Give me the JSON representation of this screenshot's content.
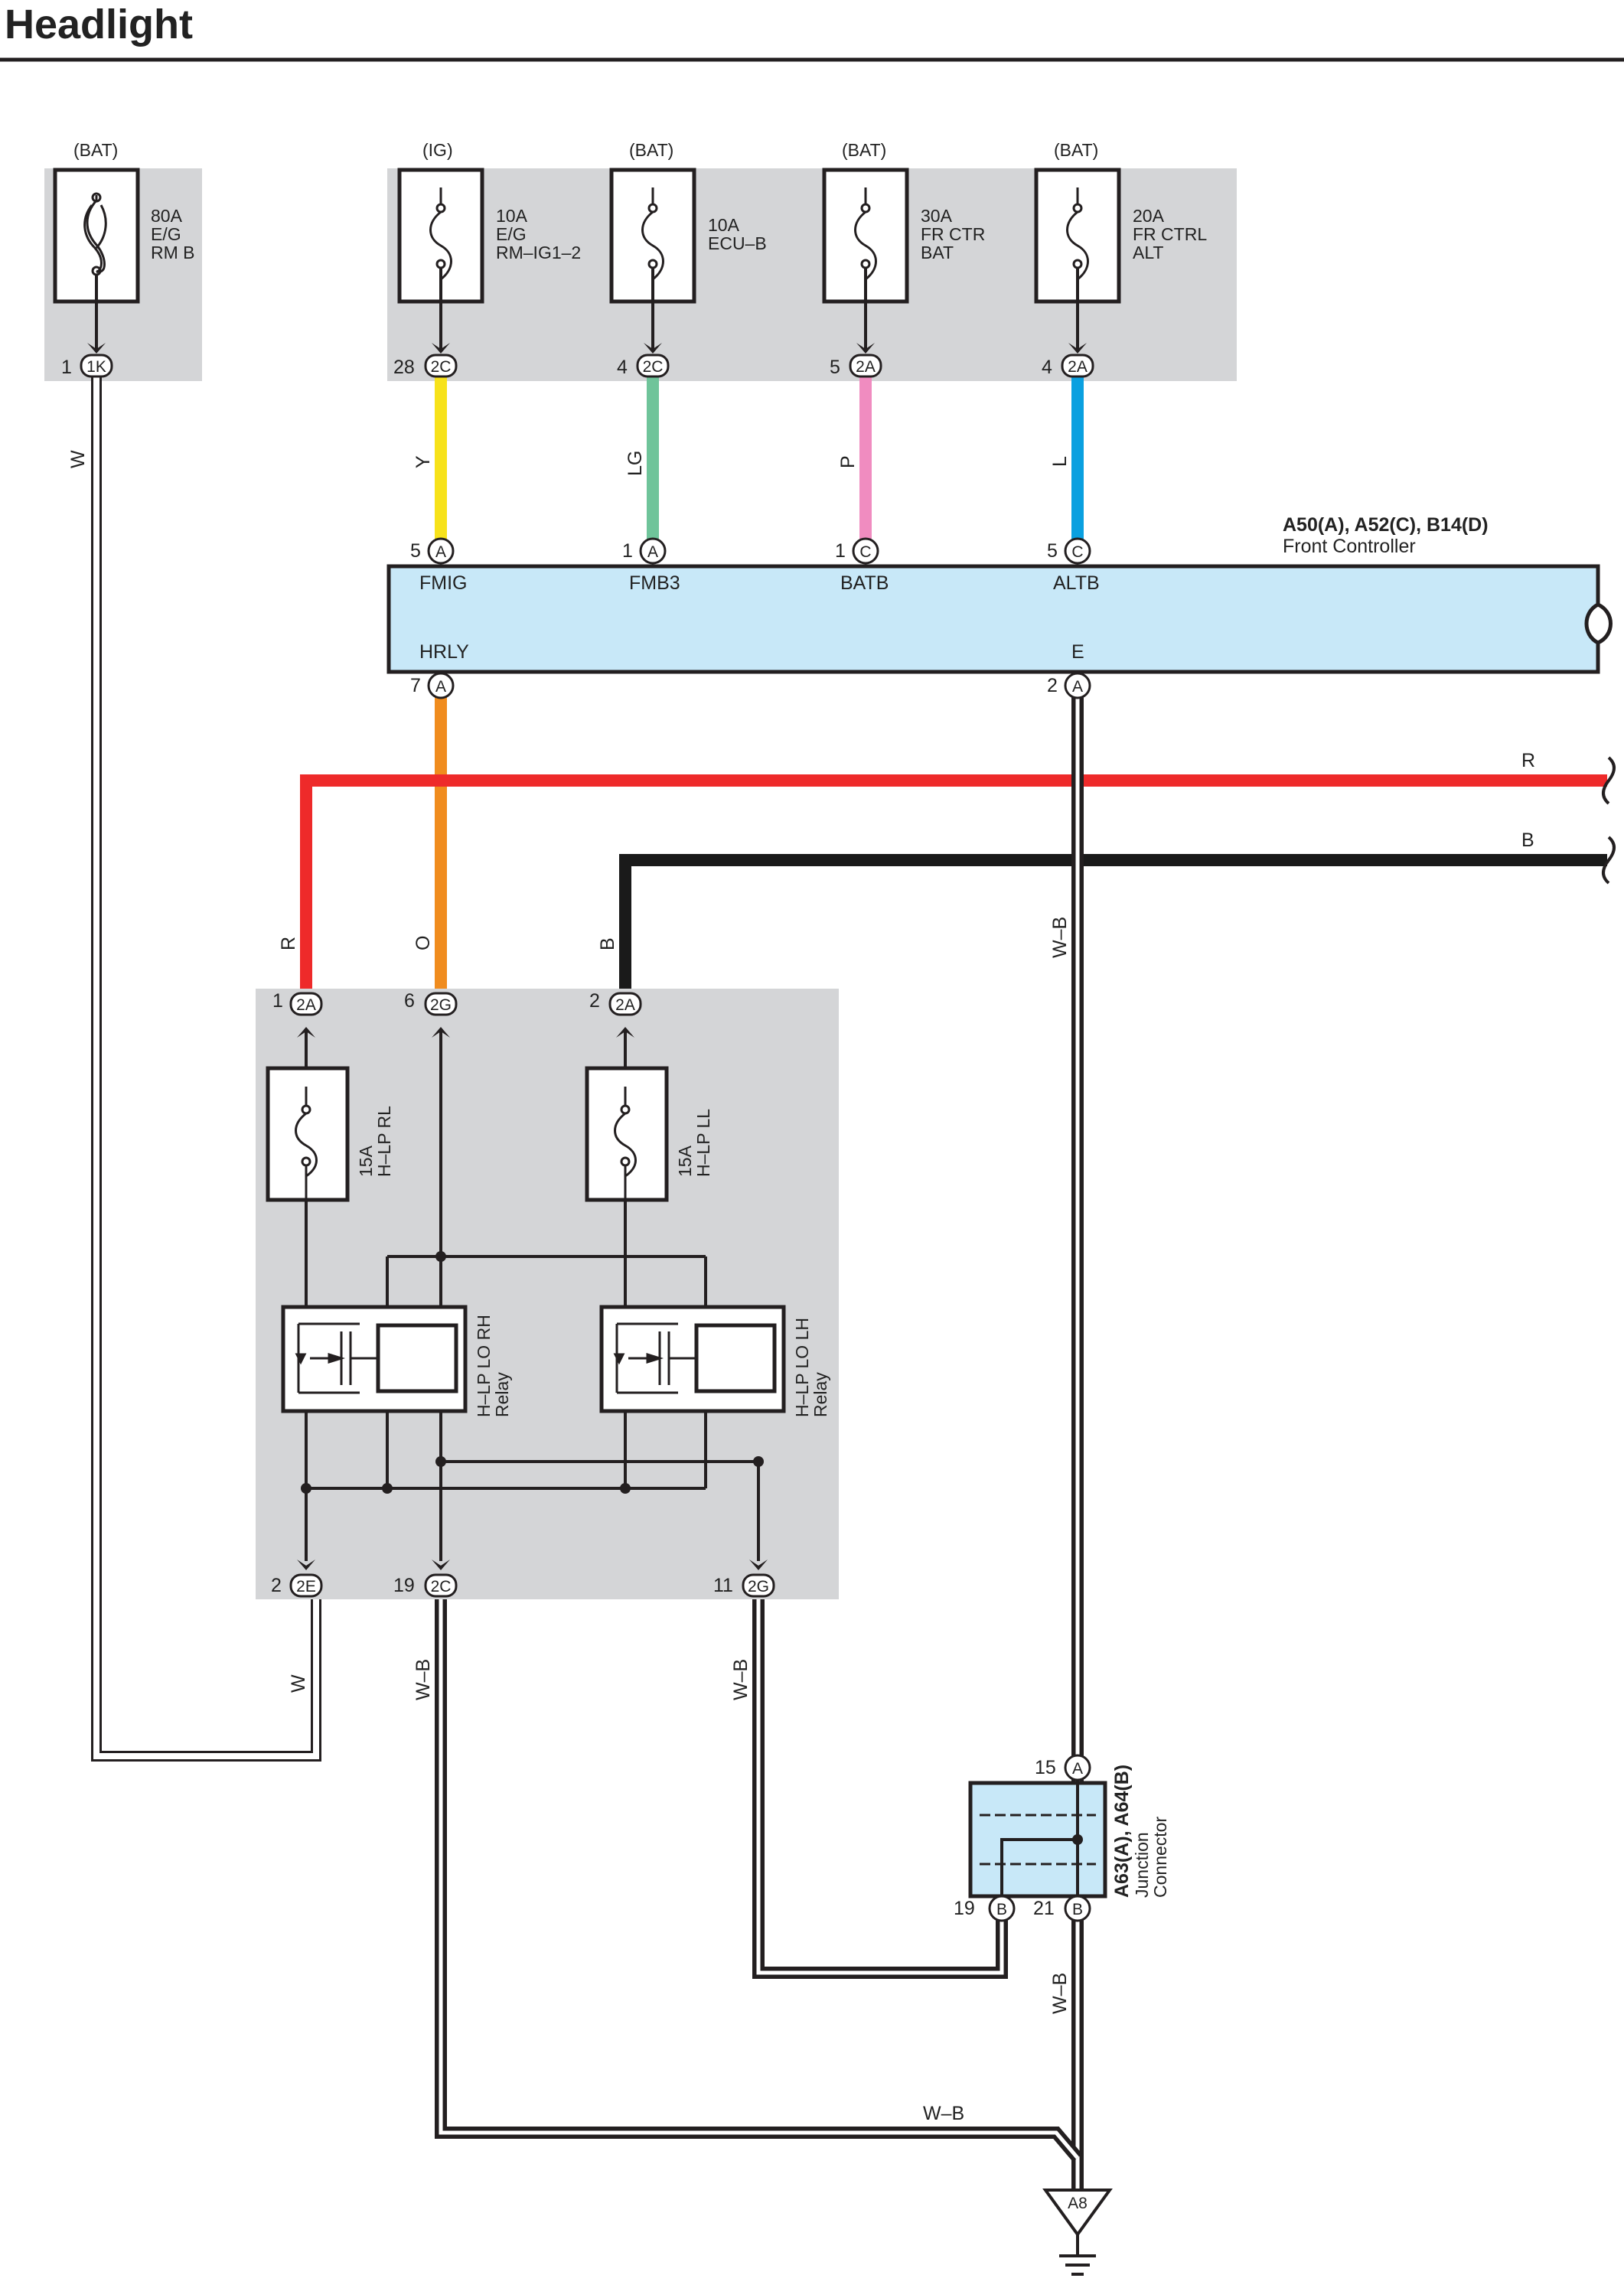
{
  "title": "Headlight",
  "fuse_panel": {
    "fuses": [
      {
        "source": "(BAT)",
        "l1": "80A",
        "l2": "E/G",
        "l3": "RM B",
        "pin": "1",
        "conn": "1K"
      },
      {
        "source": "(IG)",
        "l1": "10A",
        "l2": "E/G",
        "l3": "RM–IG1–2",
        "pin": "28",
        "conn": "2C"
      },
      {
        "source": "(BAT)",
        "l1": "10A",
        "l2": "ECU–B",
        "pin": "4",
        "conn": "2C"
      },
      {
        "source": "(BAT)",
        "l1": "30A",
        "l2": "FR CTR",
        "l3": "BAT",
        "pin": "5",
        "conn": "2A"
      },
      {
        "source": "(BAT)",
        "l1": "20A",
        "l2": "FR CTRL",
        "l3": "ALT",
        "pin": "4",
        "conn": "2A"
      }
    ]
  },
  "wires": {
    "w1": "W",
    "y": "Y",
    "lg": "LG",
    "p": "P",
    "l": "L",
    "r_top": "R",
    "b_top": "B",
    "r_vert": "R",
    "o_vert": "O",
    "b_vert": "B",
    "wb_main": "W–B",
    "w_lower": "W",
    "wb_lower1": "W–B",
    "wb_lower2": "W–B",
    "wb_main_lower": "W–B",
    "wb_horizontal": "W–B"
  },
  "colors": {
    "Y": "#f7e21a",
    "LG": "#6fc49a",
    "P": "#f08cc0",
    "L": "#0aa0e0",
    "R": "#ee2a2a",
    "O": "#f08c1e",
    "B": "#1a1a1a",
    "panel_gray": "#d4d5d7",
    "controller_blue": "#c8e8f8",
    "ink": "#231f20"
  },
  "controller": {
    "id_line": "A50(A), A52(C), B14(D)",
    "name": "Front Controller",
    "terminals_top": [
      {
        "pin": "5",
        "conn": "A",
        "name": "FMIG"
      },
      {
        "pin": "1",
        "conn": "A",
        "name": "FMB3"
      },
      {
        "pin": "1",
        "conn": "C",
        "name": "BATB"
      },
      {
        "pin": "5",
        "conn": "C",
        "name": "ALTB"
      }
    ],
    "terminals_bottom": [
      {
        "pin": "7",
        "conn": "A",
        "name": "HRLY"
      },
      {
        "pin": "2",
        "conn": "A",
        "name": "E"
      }
    ]
  },
  "relay_block": {
    "top_pins": [
      {
        "pin": "1",
        "conn": "2A"
      },
      {
        "pin": "6",
        "conn": "2G"
      },
      {
        "pin": "2",
        "conn": "2A"
      }
    ],
    "bottom_pins": [
      {
        "pin": "2",
        "conn": "2E"
      },
      {
        "pin": "19",
        "conn": "2C"
      },
      {
        "pin": "11",
        "conn": "2G"
      }
    ],
    "fuse_rl": {
      "l1": "15A",
      "l2": "H–LP RL"
    },
    "fuse_ll": {
      "l1": "15A",
      "l2": "H–LP LL"
    },
    "relay_rh": {
      "l1": "H–LP LO RH",
      "l2": "Relay"
    },
    "relay_lh": {
      "l1": "H–LP LO LH",
      "l2": "Relay"
    }
  },
  "junction": {
    "id_line": "A63(A), A64(B)",
    "l2": "Junction",
    "l3": "Connector",
    "pin_top": {
      "pin": "15",
      "conn": "A"
    },
    "pin_b1": {
      "pin": "19",
      "conn": "B"
    },
    "pin_b2": {
      "pin": "21",
      "conn": "B"
    }
  },
  "ground": {
    "label": "A8"
  }
}
